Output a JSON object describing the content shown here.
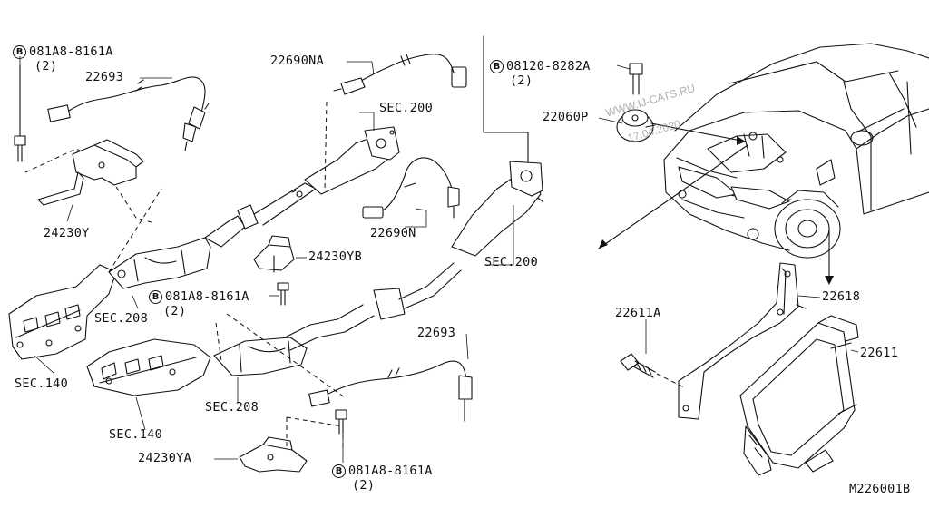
{
  "watermark": {
    "line1": "WWW.IJ-CATS.RU",
    "line2": "17.04.2020"
  },
  "diagram_code": "M226001B",
  "bolt_symbol": "B",
  "labels": {
    "bolt_081a8_top_left": "081A8-8161A",
    "qty_top_left": "(2)",
    "sensor_22693_top": "22693",
    "bracket_24230y": "24230Y",
    "sec140_upper": "SEC.140",
    "sec208_upper": "SEC.208",
    "bolt_081a8_middle": "081A8-8161A",
    "qty_middle": "(2)",
    "sensor_22690na": "22690NA",
    "sec200_upper": "SEC.200",
    "sensor_22690n": "22690N",
    "bracket_24230yb": "24230YB",
    "sec200_lower": "SEC.200",
    "sensor_22693_lower": "22693",
    "sec208_lower": "SEC.208",
    "sec140_lower": "SEC.140",
    "bracket_24230ya": "24230YA",
    "bolt_081a8_bottom": "081A8-8161A",
    "qty_bottom": "(2)",
    "bolt_08120": "08120-8282A",
    "qty_08120": "(2)",
    "sensor_22060p": "22060P",
    "bolt_22611a": "22611A",
    "bracket_22618": "22618",
    "ecm_22611": "22611"
  }
}
